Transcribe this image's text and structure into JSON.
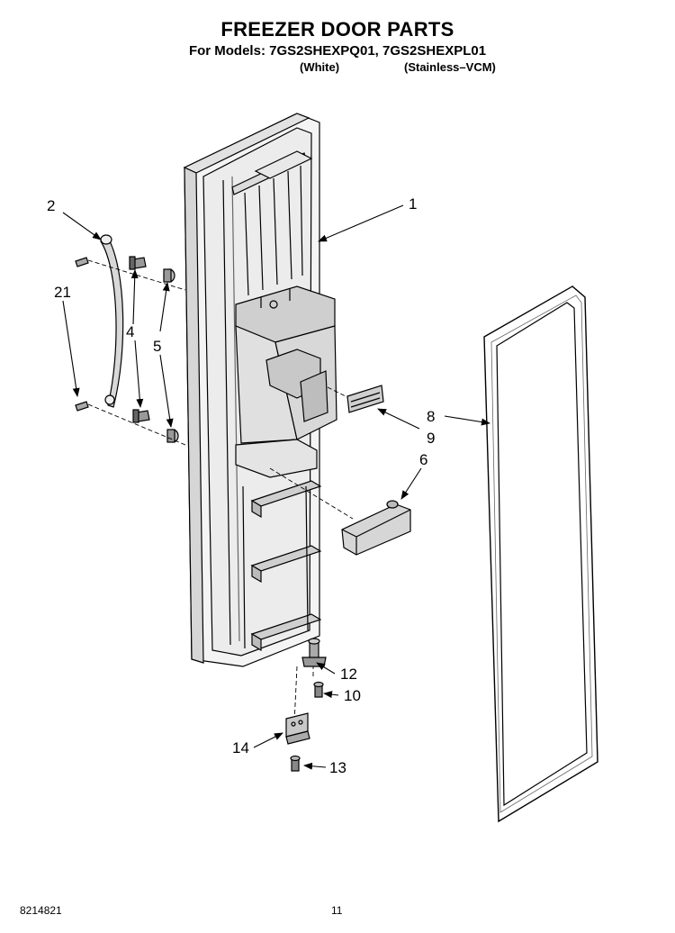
{
  "header": {
    "title": "FREEZER DOOR PARTS",
    "models_line": "For Models: 7GS2SHEXPQ01, 7GS2SHEXPL01",
    "finish_white": "(White)",
    "finish_stainless": "(Stainless–VCM)"
  },
  "callouts": {
    "c1": "1",
    "c2": "2",
    "c21": "21",
    "c4": "4",
    "c5": "5",
    "c6": "6",
    "c8": "8",
    "c9": "9",
    "c10": "10",
    "c12": "12",
    "c13": "13",
    "c14": "14"
  },
  "footer": {
    "doc_number": "8214821",
    "page_number": "11"
  }
}
